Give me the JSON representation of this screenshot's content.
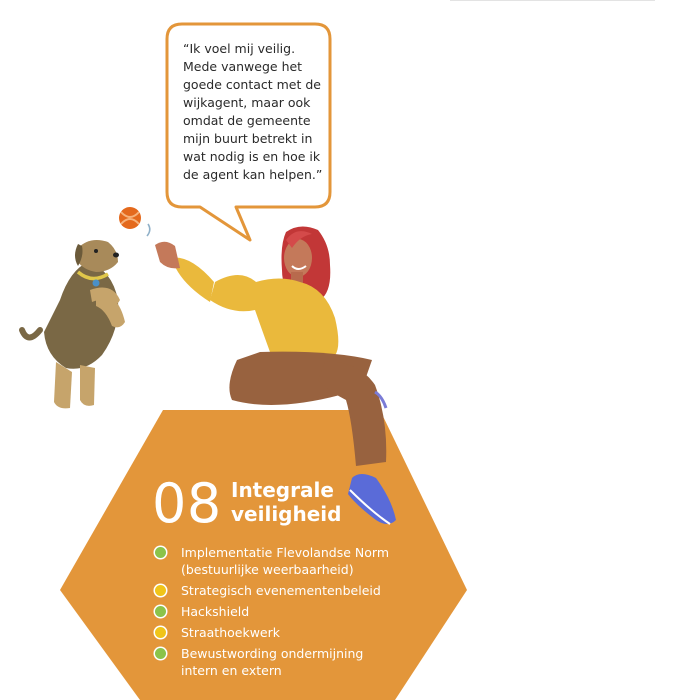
{
  "quote": {
    "lines": [
      "“Ik voel mij veilig.",
      "Mede vanwege het",
      "goede contact met de",
      "wijkagent, maar ook",
      "omdat de gemeente",
      "mijn buurt betrekt in",
      "wat nodig is en hoe ik",
      "de agent kan helpen.”"
    ]
  },
  "section": {
    "number": "08",
    "title_line1": "Integrale",
    "title_line2": "veiligheid"
  },
  "items": [
    {
      "lines": [
        "Implementatie Flevolandse Norm",
        "(bestuurlijke weerbaarheid)"
      ],
      "status": "green"
    },
    {
      "lines": [
        "Strategisch evenementenbeleid"
      ],
      "status": "yellow"
    },
    {
      "lines": [
        "Hackshield"
      ],
      "status": "green"
    },
    {
      "lines": [
        "Straathoekwerk"
      ],
      "status": "yellow"
    },
    {
      "lines": [
        "Bewustwording ondermijning",
        "intern en extern"
      ],
      "status": "green"
    }
  ],
  "colors": {
    "hexagon": "#e3963a",
    "bubble_border": "#e3963a",
    "status_green": "#8bc34a",
    "status_yellow": "#f0c419"
  }
}
